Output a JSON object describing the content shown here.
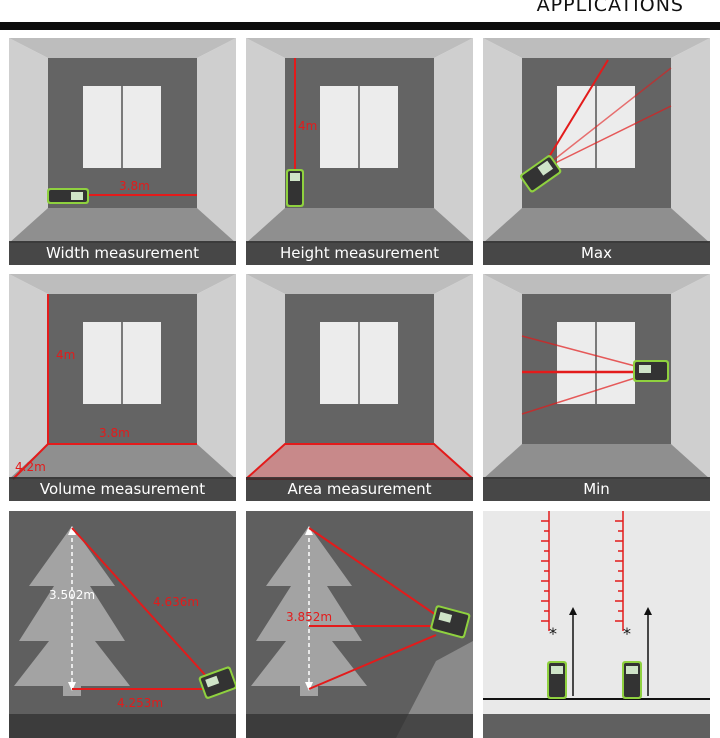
{
  "heading": "APPLICATIONS",
  "colors": {
    "laser": "#e31b1b",
    "device_body": "#3a3a3a",
    "device_accent": "#8fd13f",
    "caption_bg": "#303030"
  },
  "tiles": [
    {
      "caption": "Width measurement",
      "labels": [
        "3.8m"
      ]
    },
    {
      "caption": "Height measurement",
      "labels": [
        "4m"
      ]
    },
    {
      "caption": "Max",
      "labels": []
    },
    {
      "caption": "Volume measurement",
      "labels": [
        "4m",
        "3.8m",
        "4.2m"
      ]
    },
    {
      "caption": "Area measurement",
      "labels": []
    },
    {
      "caption": "Min",
      "labels": []
    },
    {
      "caption": "",
      "labels": [
        "3.502m",
        "4.636m",
        "4.253m"
      ]
    },
    {
      "caption": "",
      "labels": [
        "3.852m"
      ]
    },
    {
      "caption": "",
      "labels": []
    }
  ]
}
